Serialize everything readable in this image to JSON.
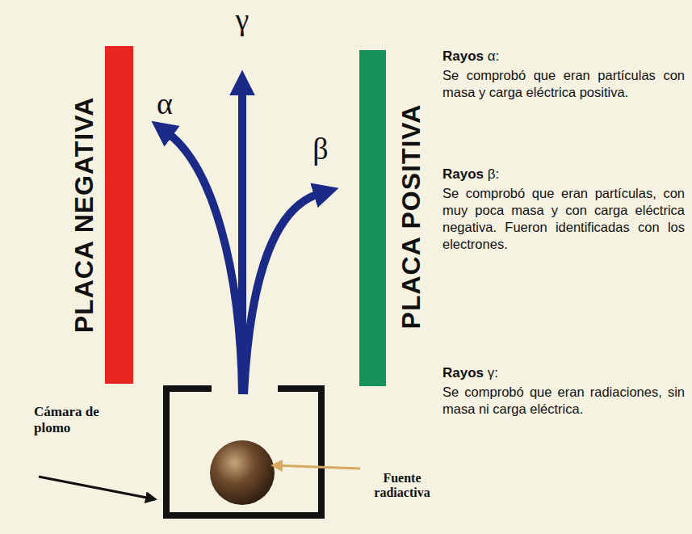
{
  "diagram": {
    "labels": [
      "PLACA NEGATIVA",
      "PLACA POSITIVA",
      "α",
      "γ",
      "β",
      "Rayos α:",
      "Se comprobó que eran partículas con masa y carga eléctrica positiva.",
      "Rayos β:",
      "Se comprobó que eran partículas, con muy poca masa y con carga eléctrica negativa. Fueron identificadas con los electrones.",
      "Rayos γ:",
      "Se comprobó que eran radiaciones, sin masa ni carga eléctrica.",
      "Cámara de plomo",
      "Fuente radiactiva"
    ]
  }
}
